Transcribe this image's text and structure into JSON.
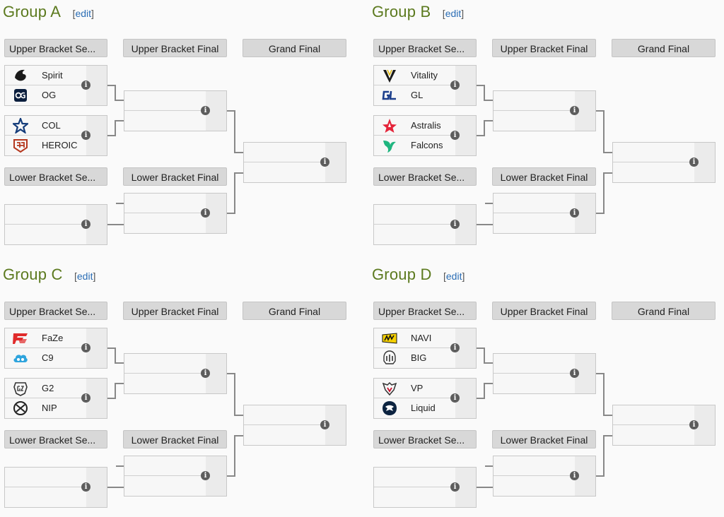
{
  "colors": {
    "group_title": "#5c7a1f",
    "edit_link": "#2a6db5",
    "header_bg": "#d8d8d8",
    "connector": "#888888"
  },
  "headers": {
    "upper_semi": "Upper Bracket Se...",
    "upper_final": "Upper Bracket Final",
    "grand_final": "Grand Final",
    "lower_semi": "Lower Bracket Se...",
    "lower_final": "Lower Bracket Final"
  },
  "edit_label": "edit",
  "info_glyph": "i",
  "info_icon": "info-circle-icon",
  "groups": [
    {
      "title": "Group A",
      "matches": [
        {
          "top": {
            "team": "Spirit",
            "logo": "spirit-logo"
          },
          "bottom": {
            "team": "OG",
            "logo": "og-logo"
          }
        },
        {
          "top": {
            "team": "COL",
            "logo": "col-logo"
          },
          "bottom": {
            "team": "HEROIC",
            "logo": "heroic-logo"
          }
        }
      ]
    },
    {
      "title": "Group B",
      "matches": [
        {
          "top": {
            "team": "Vitality",
            "logo": "vitality-logo"
          },
          "bottom": {
            "team": "GL",
            "logo": "gl-logo"
          }
        },
        {
          "top": {
            "team": "Astralis",
            "logo": "astralis-logo"
          },
          "bottom": {
            "team": "Falcons",
            "logo": "falcons-logo"
          }
        }
      ]
    },
    {
      "title": "Group C",
      "matches": [
        {
          "top": {
            "team": "FaZe",
            "logo": "faze-logo"
          },
          "bottom": {
            "team": "C9",
            "logo": "c9-logo"
          }
        },
        {
          "top": {
            "team": "G2",
            "logo": "g2-logo"
          },
          "bottom": {
            "team": "NIP",
            "logo": "nip-logo"
          }
        }
      ]
    },
    {
      "title": "Group D",
      "matches": [
        {
          "top": {
            "team": "NAVI",
            "logo": "navi-logo"
          },
          "bottom": {
            "team": "BIG",
            "logo": "big-logo"
          }
        },
        {
          "top": {
            "team": "VP",
            "logo": "vp-logo"
          },
          "bottom": {
            "team": "Liquid",
            "logo": "liquid-logo"
          }
        }
      ]
    }
  ]
}
